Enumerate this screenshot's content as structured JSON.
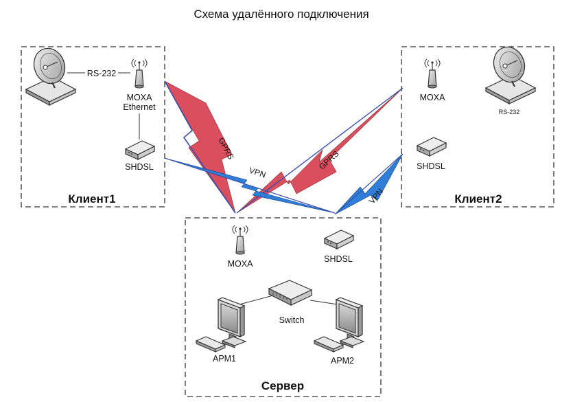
{
  "title": "Схема удалённого подключения",
  "zones": {
    "client1": "Клиент1",
    "client2": "Клиент2",
    "server": "Сервер"
  },
  "client1": {
    "rs232": "RS-232",
    "moxa_line1": "MOXA",
    "moxa_line2": "Ethernet",
    "shdsl": "SHDSL",
    "icons": [
      "satellite-dish-icon",
      "antenna-icon",
      "modem-icon"
    ]
  },
  "client2": {
    "moxa": "MOXA",
    "rs232": "RS-232",
    "shdsl": "SHDSL",
    "icons": [
      "antenna-icon",
      "satellite-dish-icon",
      "modem-icon"
    ]
  },
  "server": {
    "moxa": "MOXA",
    "shdsl": "SHDSL",
    "switch": "Switch",
    "apm1": "АРМ1",
    "apm2": "АРМ2",
    "icons": [
      "antenna-icon",
      "modem-icon",
      "network-switch-icon",
      "workstation-icon"
    ]
  },
  "links": {
    "gprs1": "GPRS",
    "vpn1": "VPN",
    "gprs2": "GPRS",
    "vpn2": "VPN",
    "gprs_color": "#d94050",
    "vpn_color": "#2f7fd8"
  }
}
